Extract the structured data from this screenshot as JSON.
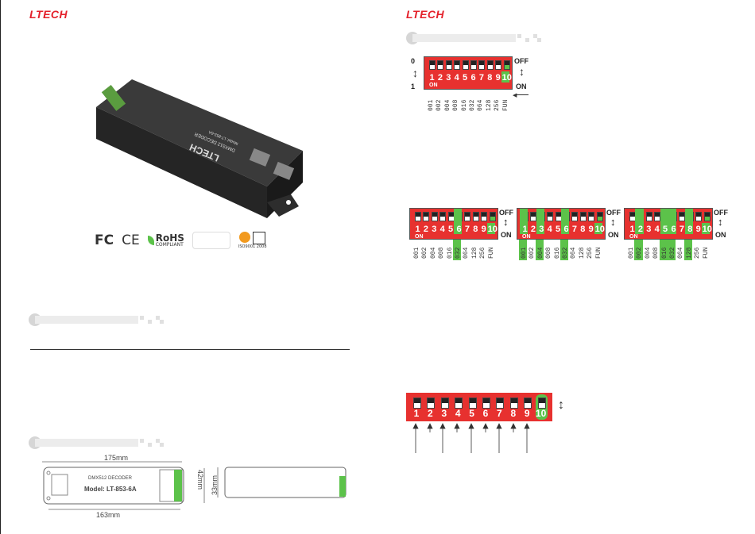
{
  "brand": {
    "name": "LTECH",
    "color": "#e4212b"
  },
  "colors": {
    "dip_red": "#e7312f",
    "dip_green": "#5cc24a",
    "table_head": "#4a4a4a"
  },
  "product": {
    "label_top": "LTECH",
    "label_model": "Model:  LT-853-6A",
    "label_sub": "DMX512 DECODER",
    "cert_marks": [
      "FC",
      "CE",
      "RoHS",
      "COMPLIANT",
      "ISO9001 2008"
    ]
  },
  "dip_main": {
    "left_top": "0",
    "left_bottom": "1",
    "right_top": "OFF",
    "right_bottom": "ON",
    "on_label": "ON",
    "numbers": [
      "1",
      "2",
      "3",
      "4",
      "5",
      "6",
      "7",
      "8",
      "9",
      "10"
    ],
    "values": [
      "001",
      "002",
      "004",
      "008",
      "016",
      "032",
      "064",
      "128",
      "256",
      "FUN"
    ]
  },
  "dip_examples": [
    {
      "right_top": "OFF",
      "right_bottom": "ON",
      "on_label": "ON",
      "numbers": [
        "1",
        "2",
        "3",
        "4",
        "5",
        "6",
        "7",
        "8",
        "9",
        "10"
      ],
      "values": [
        "001",
        "002",
        "004",
        "008",
        "016",
        "032",
        "064",
        "128",
        "256",
        "FUN"
      ],
      "on_switches": [
        6
      ]
    },
    {
      "right_top": "OFF",
      "right_bottom": "ON",
      "on_label": "ON",
      "numbers": [
        "1",
        "2",
        "3",
        "4",
        "5",
        "6",
        "7",
        "8",
        "9",
        "10"
      ],
      "values": [
        "001",
        "002",
        "004",
        "008",
        "016",
        "032",
        "064",
        "128",
        "256",
        "FUN"
      ],
      "on_switches": [
        1,
        3,
        6
      ]
    },
    {
      "right_top": "OFF",
      "right_bottom": "ON",
      "on_label": "ON",
      "numbers": [
        "1",
        "2",
        "3",
        "4",
        "5",
        "6",
        "7",
        "8",
        "9",
        "10"
      ],
      "values": [
        "001",
        "002",
        "004",
        "008",
        "016",
        "032",
        "064",
        "128",
        "256",
        "FUN"
      ],
      "on_switches": [
        2,
        5,
        6,
        8
      ]
    }
  ],
  "big_dip": {
    "numbers": [
      "1",
      "2",
      "3",
      "4",
      "5",
      "6",
      "7",
      "8",
      "9",
      "10"
    ]
  },
  "drawing": {
    "length_top": "175mm",
    "length_bottom": "163mm",
    "height_right": "42mm",
    "height_side": "33mm",
    "plate_title": "DMX512 DECODER",
    "plate_model": "Model:  LT-853-6A"
  }
}
